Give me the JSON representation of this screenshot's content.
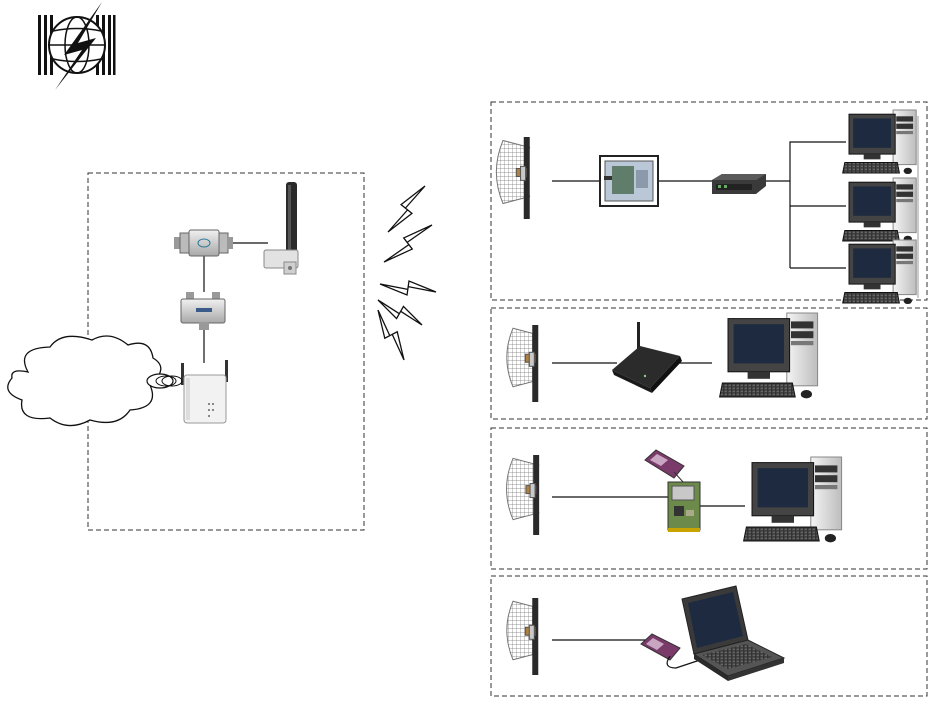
{
  "colors": {
    "border": "#333333",
    "wire": "#111111",
    "device_dark": "#2b2b2b",
    "device_light": "#d9d9d9",
    "pcmcia": "#7a3a6a",
    "screen": "#1e2a40"
  },
  "logo": {
    "icon": "globe-lightning-logo"
  },
  "access_point_site": {
    "icons": [
      "omni-antenna-icon",
      "lightning-arrester-icon",
      "splitter-icon",
      "access-point-icon",
      "cloud-icon"
    ]
  },
  "radio_links": {
    "count": 5,
    "icon": "lightning-bolt-icon"
  },
  "client_sites": [
    {
      "type": "lan",
      "icons": [
        "grid-antenna-icon",
        "wall-box-icon",
        "switch-icon",
        "desktop-pc-icon"
      ],
      "pc_count": 3
    },
    {
      "type": "router",
      "icons": [
        "grid-antenna-icon",
        "wireless-router-icon",
        "desktop-pc-icon"
      ],
      "pc_count": 1
    },
    {
      "type": "pci-card",
      "icons": [
        "grid-antenna-icon",
        "pcmcia-card-icon",
        "pci-adapter-icon",
        "desktop-pc-icon"
      ],
      "pc_count": 1
    },
    {
      "type": "laptop",
      "icons": [
        "grid-antenna-icon",
        "pcmcia-card-icon",
        "laptop-icon"
      ],
      "pc_count": 0
    }
  ]
}
